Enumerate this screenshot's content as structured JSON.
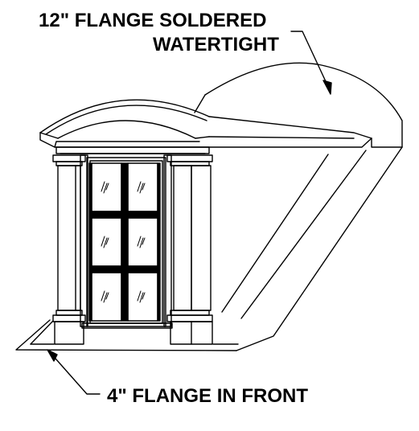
{
  "callouts": {
    "top_line1": "12\" FLANGE SOLDERED",
    "top_line2": "WATERTIGHT",
    "bottom": "4\" FLANGE IN FRONT"
  },
  "colors": {
    "ink": "#000000",
    "paper": "#ffffff"
  },
  "window": {
    "columns": 2,
    "rows": 3
  }
}
